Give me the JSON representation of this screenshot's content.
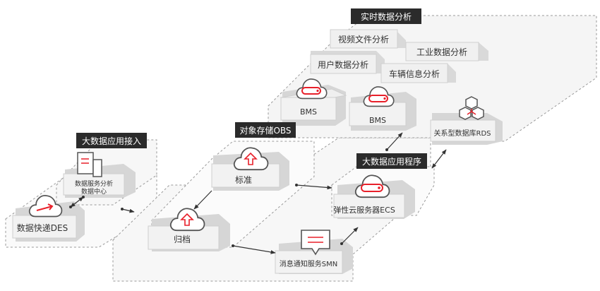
{
  "titles": {
    "realtime": "实时数据分析",
    "bigdata_access": "大数据应用接入",
    "obs": "对象存储OBS",
    "bigdata_app": "大数据应用程序"
  },
  "analysis": {
    "video": "视频文件分析",
    "industry": "工业数据分析",
    "user": "用户数据分析",
    "vehicle": "车辆信息分析"
  },
  "nodes": {
    "bms1": "BMS",
    "bms2": "BMS",
    "rds": "关系型数据库RDS",
    "datacenter_line1": "数据服务分析",
    "datacenter_line2": "数据中心",
    "des": "数据快递DES",
    "standard": "标准",
    "archive": "归档",
    "ecs": "弹性云服务器ECS",
    "smn": "消息通知服务SMN"
  },
  "colors": {
    "accent": "#e8202a",
    "title_bg": "#2b2b2b",
    "block_top": "#f2f2f2",
    "block_side": "#d6d6d6"
  },
  "icons": [
    "cloud-server-icon",
    "cloud-upload-icon",
    "document-icon",
    "chat-icon",
    "hexagon-cluster-icon",
    "arrow-icon"
  ]
}
